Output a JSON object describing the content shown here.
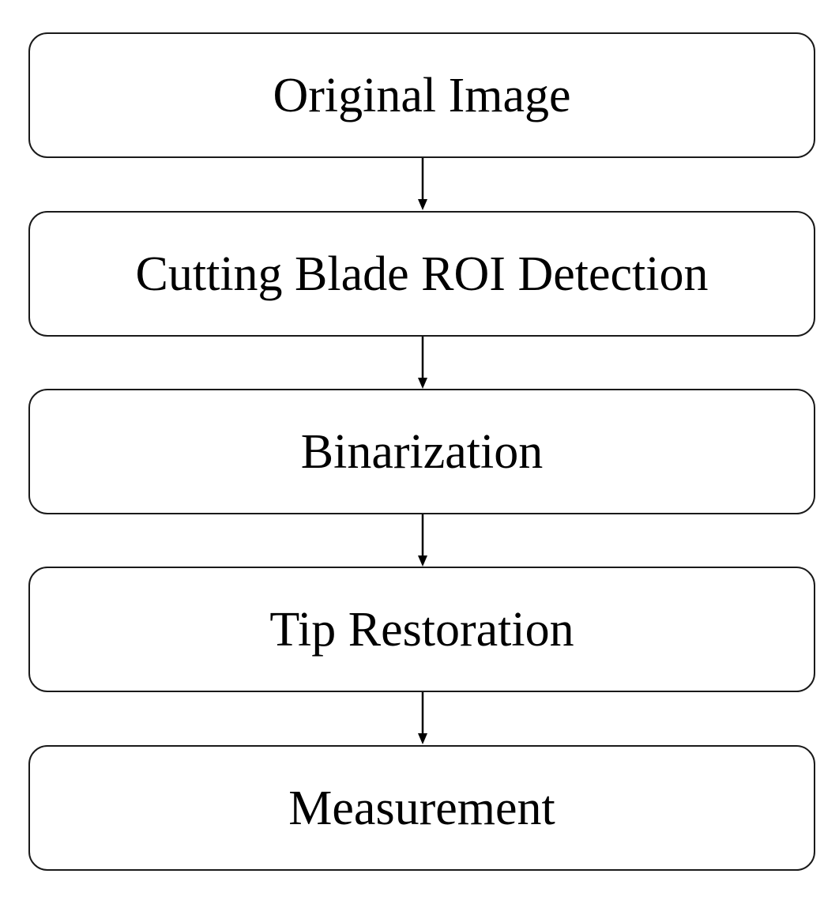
{
  "diagram": {
    "type": "flowchart",
    "direction": "top-to-bottom",
    "steps": [
      {
        "label": "Original Image"
      },
      {
        "label": "Cutting Blade ROI Detection"
      },
      {
        "label": "Binarization"
      },
      {
        "label": "Tip Restoration"
      },
      {
        "label": "Measurement"
      }
    ],
    "edges": [
      {
        "from": "Original Image",
        "to": "Cutting Blade ROI Detection"
      },
      {
        "from": "Cutting Blade ROI Detection",
        "to": "Binarization"
      },
      {
        "from": "Binarization",
        "to": "Tip Restoration"
      },
      {
        "from": "Tip Restoration",
        "to": "Measurement"
      }
    ],
    "colors": {
      "box_border": "#1a1a1a",
      "box_fill": "#ffffff",
      "text": "#000000",
      "arrow": "#000000"
    }
  }
}
